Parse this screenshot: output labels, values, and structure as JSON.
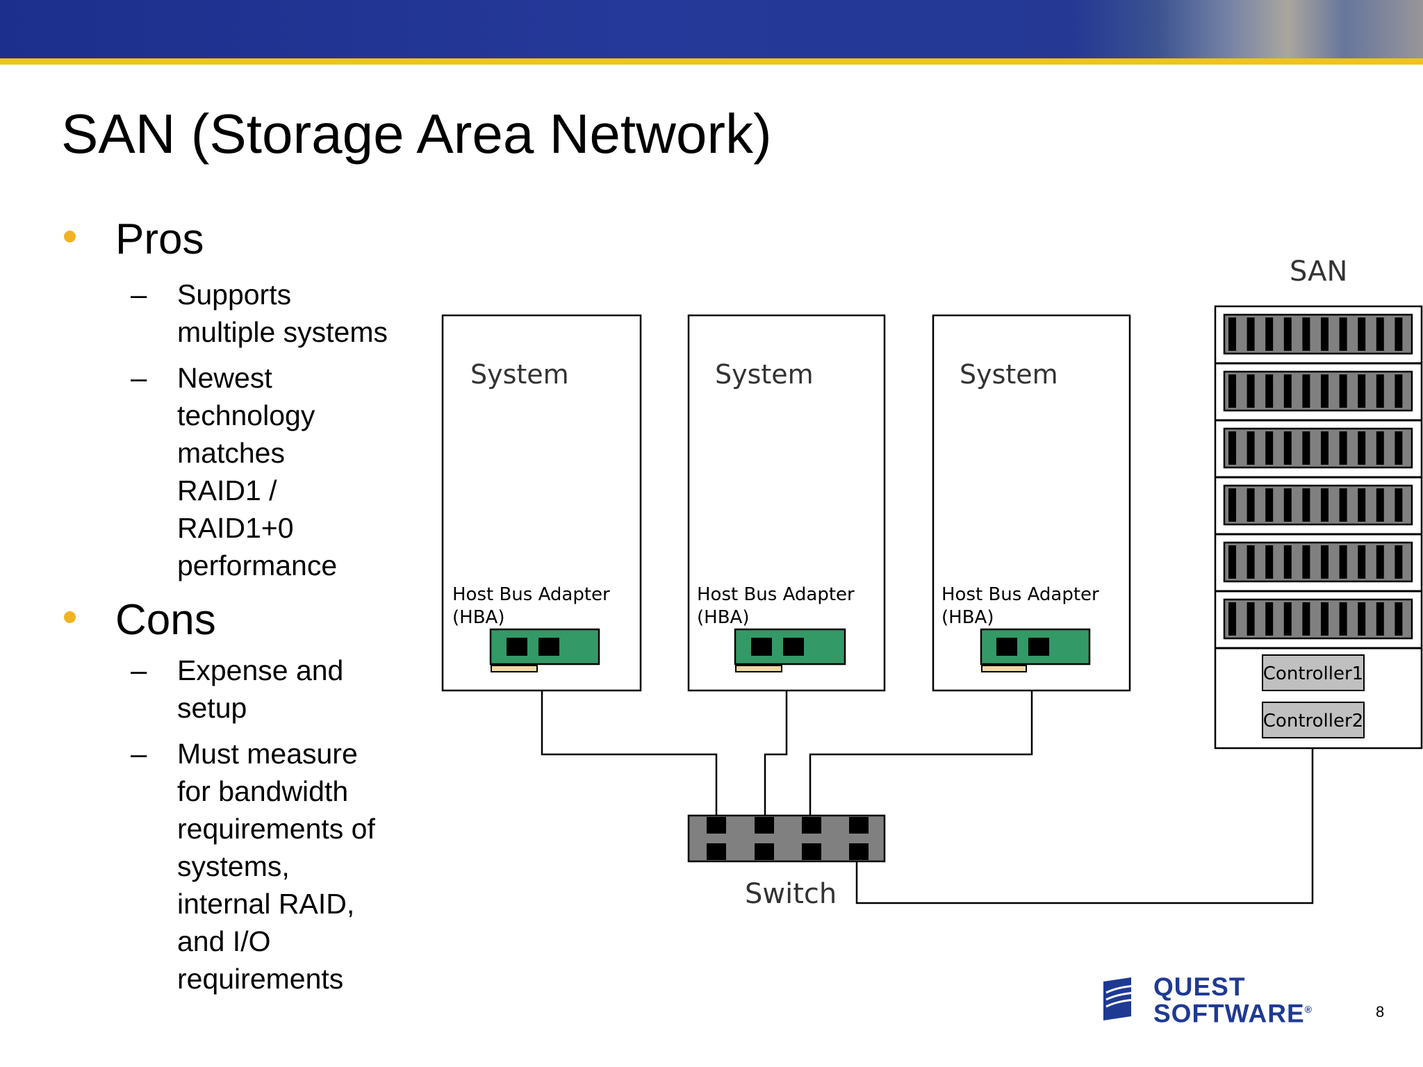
{
  "slide": {
    "title": "SAN (Storage Area Network)",
    "page_number": "8"
  },
  "pros": {
    "heading": "Pros",
    "items": [
      [
        "Supports",
        "multiple systems"
      ],
      [
        "Newest",
        "technology",
        "matches",
        "RAID1 /",
        "RAID1+0",
        "performance"
      ]
    ]
  },
  "cons": {
    "heading": "Cons",
    "items": [
      [
        "Expense and",
        "setup"
      ],
      [
        "Must measure",
        "for bandwidth",
        "requirements of",
        "systems,",
        "internal RAID,",
        "and I/O",
        "requirements"
      ]
    ]
  },
  "dash": "–",
  "diagram": {
    "systems": [
      {
        "label": "System",
        "hba_line1": "Host Bus Adapter",
        "hba_line2": "(HBA)"
      },
      {
        "label": "System",
        "hba_line1": "Host Bus Adapter",
        "hba_line2": "(HBA)"
      },
      {
        "label": "System",
        "hba_line1": "Host Bus Adapter",
        "hba_line2": "(HBA)"
      }
    ],
    "switch_label": "Switch",
    "san_label": "SAN",
    "controllers": [
      "Controller1",
      "Controller2"
    ],
    "colors": {
      "hba_card": "#339966",
      "hba_edge": "#f0d8a0",
      "switch_body": "#808080",
      "disk_gray": "#808080",
      "controller_fill": "#c0c0c0",
      "bullet": "#f0b323",
      "header_blue": "#1d2f8c",
      "header_stripe": "#f0c419"
    }
  },
  "logo": {
    "line1": "QUEST",
    "line2": "SOFTWARE",
    "mark": "®"
  }
}
